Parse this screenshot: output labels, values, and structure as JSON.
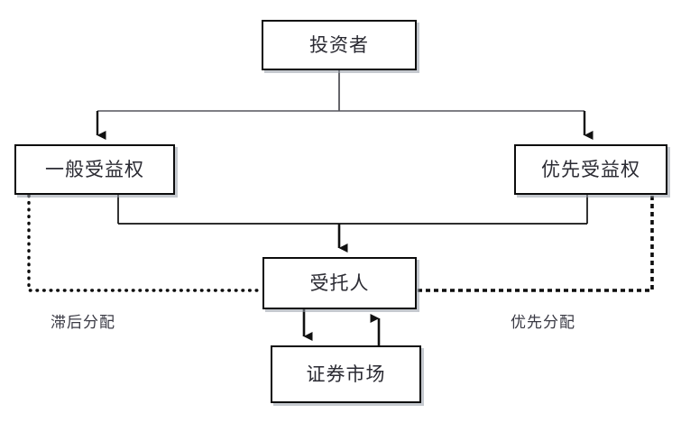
{
  "diagram": {
    "type": "flowchart",
    "title": "",
    "nodes": [
      {
        "id": "investor",
        "label": "投资者",
        "name": "node-investor"
      },
      {
        "id": "general",
        "label": "一般受益权",
        "name": "node-general-beneficiary"
      },
      {
        "id": "priority",
        "label": "优先受益权",
        "name": "node-priority-beneficiary"
      },
      {
        "id": "trustee",
        "label": "受托人",
        "name": "node-trustee"
      },
      {
        "id": "market",
        "label": "证券市场",
        "name": "node-securities-market"
      }
    ],
    "edge_labels": {
      "deferred": "滞后分配",
      "priority": "优先分配"
    },
    "edges": [
      {
        "from": "investor",
        "to": "general",
        "style": "solid",
        "arrow": "single"
      },
      {
        "from": "investor",
        "to": "priority",
        "style": "solid",
        "arrow": "single"
      },
      {
        "from": "general",
        "to": "trustee",
        "style": "solid",
        "arrow": "single"
      },
      {
        "from": "priority",
        "to": "trustee",
        "style": "solid",
        "arrow": "single"
      },
      {
        "from": "trustee",
        "to": "market",
        "style": "solid",
        "arrow": "single"
      },
      {
        "from": "market",
        "to": "trustee",
        "style": "solid",
        "arrow": "single"
      },
      {
        "from": "general",
        "to": "trustee",
        "style": "dotted",
        "arrow": "none",
        "label": "滞后分配"
      },
      {
        "from": "priority",
        "to": "trustee",
        "style": "dashed",
        "arrow": "none",
        "label": "优先分配"
      }
    ],
    "colors": {
      "background": "#ffffff",
      "node_border": "#0d0d0d",
      "node_fill": "#ffffff",
      "node_shadow": "#969ca8",
      "text": "#2b2b33",
      "connector": "#111111"
    }
  }
}
